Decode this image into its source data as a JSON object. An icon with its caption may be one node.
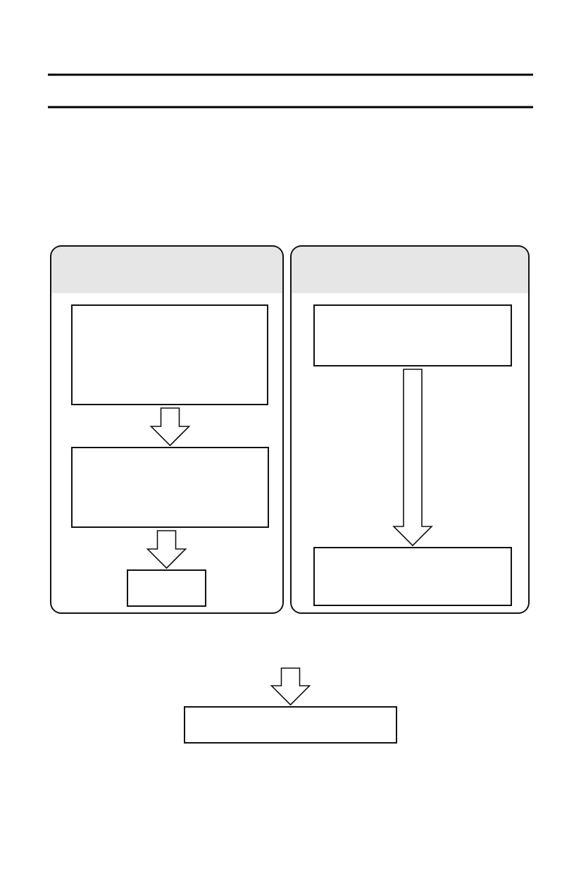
{
  "diagram": {
    "nodes": [
      {
        "text": [],
        "shape": "box"
      },
      {
        "text": [],
        "shape": "box"
      },
      {
        "text": [],
        "shape": "box",
        "in": 0
      },
      {
        "text": [],
        "shape": "box",
        "in": 0
      },
      {
        "text": [],
        "shape": "box",
        "in": 0
      },
      {
        "text": [],
        "shape": "box",
        "in": 1
      },
      {
        "text": [],
        "shape": "box",
        "in": 1
      },
      {
        "text": [],
        "shape": "box"
      }
    ],
    "edges": [
      {
        "from": 2,
        "to": 3,
        "arrow": "to"
      },
      {
        "from": 3,
        "to": 4,
        "arrow": "to"
      },
      {
        "from": 5,
        "to": 6,
        "arrow": "to"
      },
      {
        "from": null,
        "to": 7,
        "arrow": "to"
      }
    ]
  }
}
